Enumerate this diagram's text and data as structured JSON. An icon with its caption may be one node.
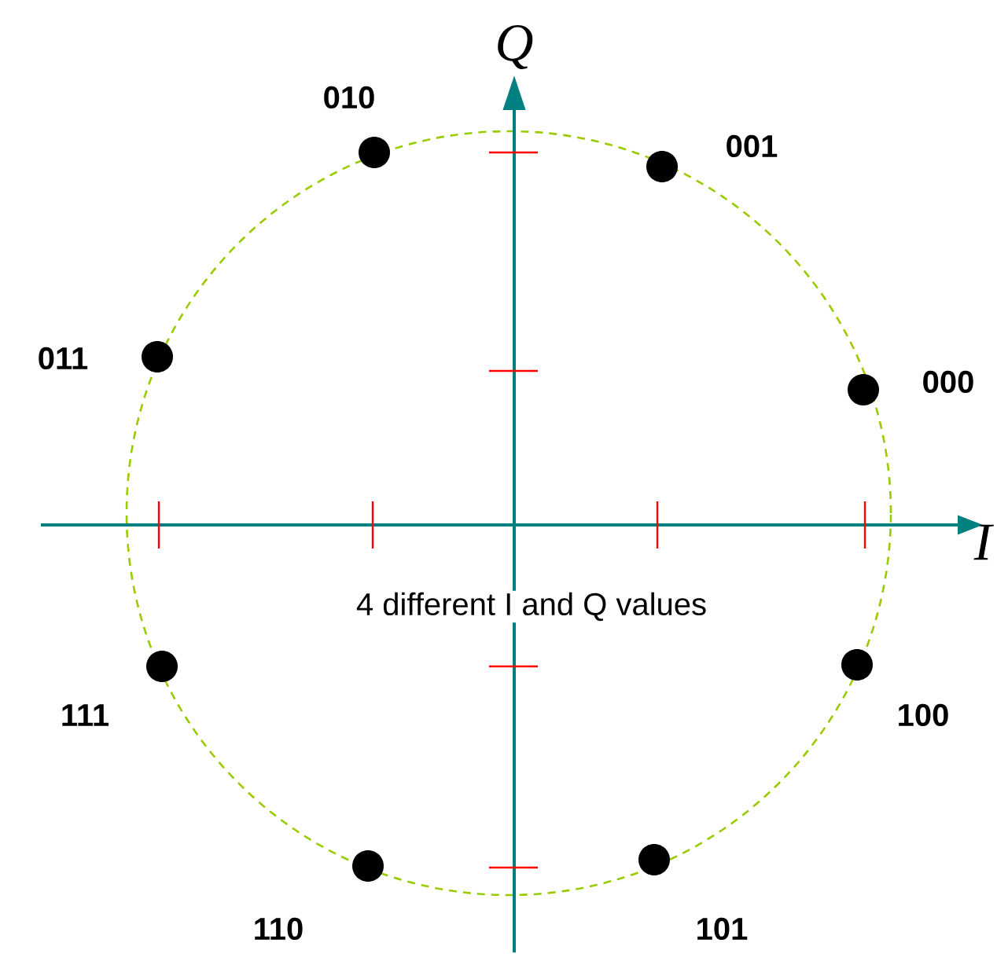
{
  "diagram": {
    "labels": [
      "Q",
      "010",
      "001",
      "011",
      "000",
      "I",
      "4 different I and Q values",
      "111",
      "100",
      "110",
      "101"
    ]
  }
}
